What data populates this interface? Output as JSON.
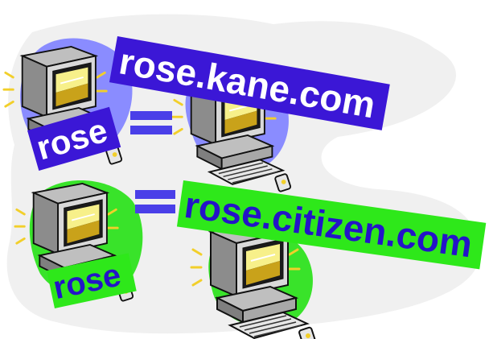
{
  "row1": {
    "short_name": "rose",
    "host_name": "rose.kane.com",
    "label_color": "#3b17d6",
    "text_color": "#ffffff",
    "blob_color": "#8a8cff"
  },
  "row2": {
    "short_name": "rose",
    "host_name": "rose.citizen.com",
    "label_color": "#2ee81a",
    "text_color": "#2414c8",
    "blob_color": "#39e32a"
  },
  "equals_symbol": "=",
  "icons": [
    "computer-icon",
    "computer-icon",
    "computer-icon",
    "computer-icon"
  ]
}
